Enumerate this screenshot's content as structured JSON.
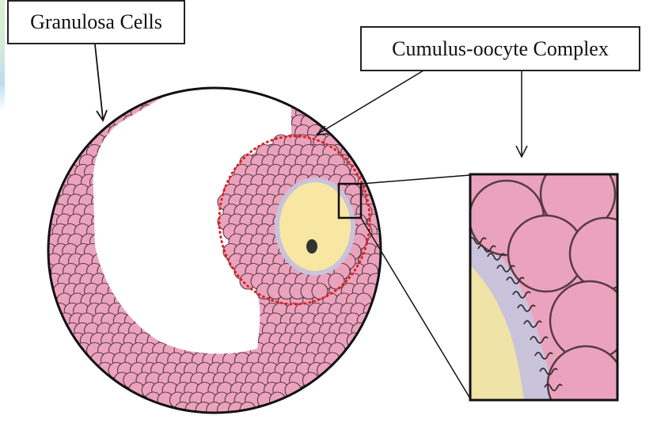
{
  "figure": {
    "title": "Ovarian follicle with cumulus-oocyte complex",
    "labels": {
      "granulosa": "Granulosa Cells",
      "cumulus": "Cumulus-oocyte Complex"
    },
    "colors": {
      "cell_fill": "#eba3bd",
      "cell_stroke": "#5a3a44",
      "oocyte_fill": "#f8e7a3",
      "zona_fill": "#c9c3dc",
      "nucleus": "#333333",
      "dotted_circle": "#dd2222",
      "outline": "#111111"
    },
    "components": [
      "follicle-wall",
      "antrum",
      "granulosa-cells",
      "cumulus-oocyte-complex",
      "oocyte",
      "zona-pellucida",
      "nucleus",
      "magnified-inset"
    ]
  }
}
